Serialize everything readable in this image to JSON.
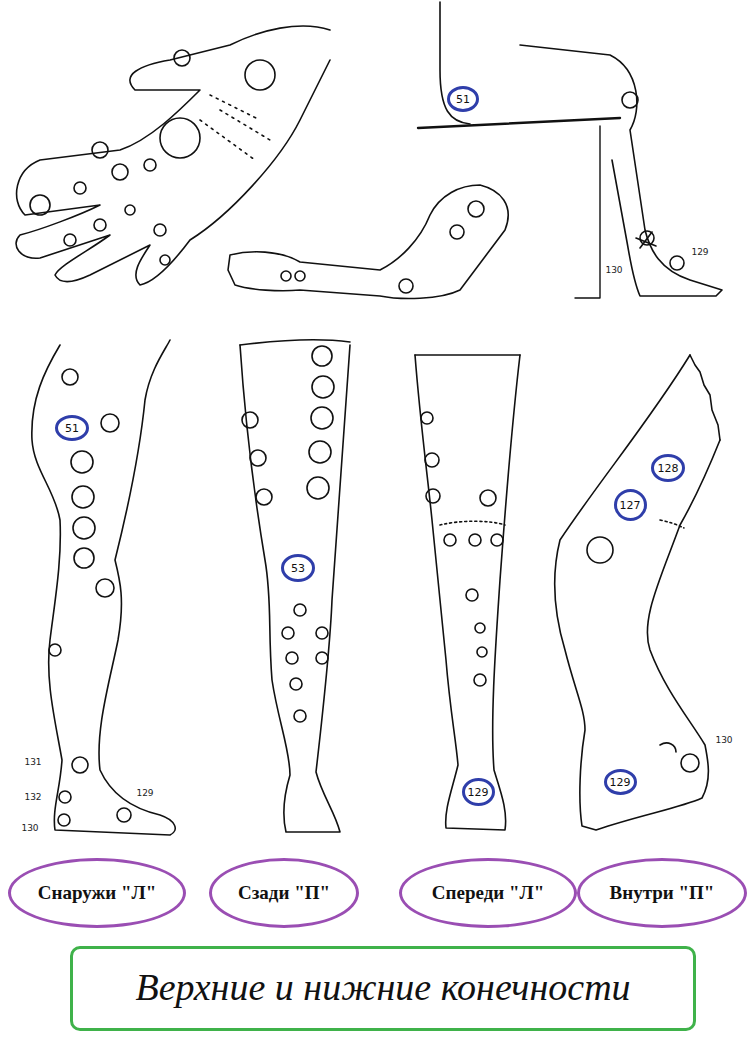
{
  "diagram": {
    "nodes": [
      {
        "text": [
          "51"
        ]
      },
      {
        "text": [
          "51"
        ]
      },
      {
        "text": [
          "53"
        ]
      },
      {
        "text": [
          "129"
        ]
      },
      {
        "text": [
          "128"
        ]
      },
      {
        "text": [
          "127"
        ]
      },
      {
        "text": [
          "129"
        ]
      },
      {
        "text": [
          "Снаружи \"Л\""
        ]
      },
      {
        "text": [
          "Сзади \"П\""
        ]
      },
      {
        "text": [
          "Спереди \"Л\""
        ]
      },
      {
        "text": [
          "Внутри \"П\""
        ]
      },
      {
        "text": [
          "Верхние и нижние конечности"
        ]
      }
    ],
    "labels": [
      "129",
      "130",
      "131",
      "132",
      "130",
      "129",
      "130"
    ]
  }
}
